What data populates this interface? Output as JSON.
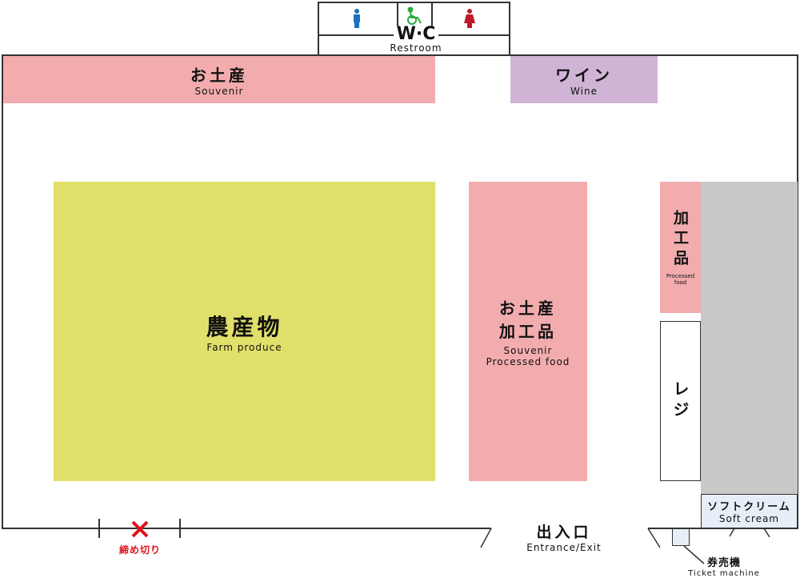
{
  "restroom": {
    "label_jp": "W·C",
    "label_en": "Restroom",
    "icons": [
      "male-icon",
      "wheelchair-icon",
      "female-icon"
    ]
  },
  "zones": {
    "souvenir_top": {
      "jp": "お土産",
      "en": "Souvenir",
      "color": "#f2acae"
    },
    "wine": {
      "jp": "ワイン",
      "en": "Wine",
      "color": "#cfb4d6"
    },
    "farm": {
      "jp": "農産物",
      "en": "Farm produce",
      "color": "#e1e06a"
    },
    "souvenir_processed": {
      "jp1": "お土産",
      "jp2": "加工品",
      "en1": "Souvenir",
      "en2": "Processed food",
      "color": "#f2acae"
    },
    "processed_small": {
      "jp": "加工品",
      "en1": "Processed",
      "en2": "food",
      "color": "#f2acae"
    },
    "register": {
      "jp": "レジ"
    },
    "soft_cream": {
      "jp": "ソフトクリーム",
      "en": "Soft cream",
      "color": "#e6eef8"
    }
  },
  "entrance": {
    "jp": "出入口",
    "en": "Entrance/Exit"
  },
  "closed": {
    "jp": "締め切り",
    "color": "#e0101a"
  },
  "ticket": {
    "jp": "券売機",
    "en": "Ticket machine"
  }
}
